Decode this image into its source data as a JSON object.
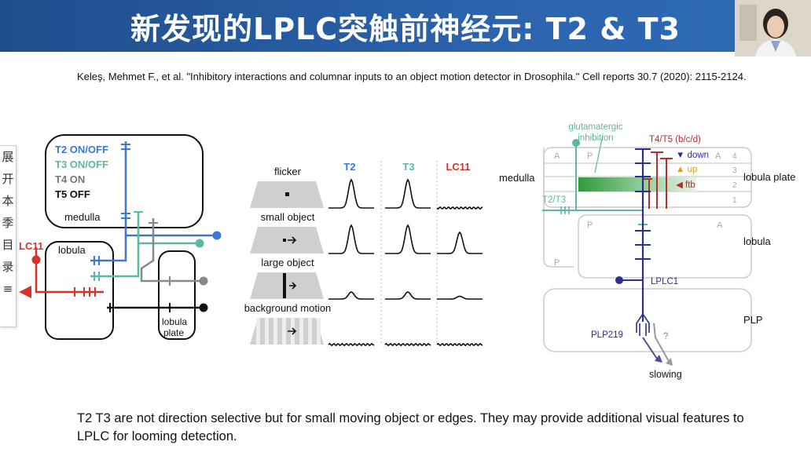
{
  "title": "新发现的LPLC突触前神经元: T2 & T3",
  "citation": "Keleş, Mehmet F., et al. \"Inhibitory interactions and columnar inputs to an object motion detector in Drosophila.\" Cell reports 30.7 (2020): 2115-2124.",
  "side_tab": [
    "展",
    "开",
    "本",
    "季",
    "目",
    "录",
    "≡"
  ],
  "panel_a": {
    "inputs": [
      "T2 ON/OFF",
      "T3 ON/OFF",
      "T4 ON",
      "T5 OFF"
    ],
    "medulla": "medulla",
    "lobula": "lobula",
    "lc11": "LC11",
    "lobula_plate_1": "lobula",
    "lobula_plate_2": "plate"
  },
  "panel_b": {
    "col_t2": "T2",
    "col_t3": "T3",
    "col_lc11": "LC11",
    "rows": [
      "flicker",
      "small object",
      "large object",
      "background motion"
    ],
    "responses": {
      "T2": [
        1.0,
        1.0,
        0.25,
        0.0
      ],
      "T3": [
        1.0,
        1.0,
        0.25,
        0.0
      ],
      "LC11": [
        0.0,
        0.75,
        0.1,
        0.0
      ]
    }
  },
  "panel_c": {
    "glut": "glutamatergic",
    "inhib": "inhibition",
    "t45": "T4/T5 (b/c/d)",
    "down": "▼ down",
    "up": "▲ up",
    "ftb": "◀ ftb",
    "medulla": "medulla",
    "t2t3": "T2/T3",
    "lobula_plate": "lobula plate",
    "lobula": "lobula",
    "lplc1": "LPLC1",
    "plp": "PLP",
    "plp219": "PLP219",
    "q": "?",
    "slowing": "slowing",
    "A": "A",
    "P": "P",
    "layers": [
      "4",
      "3",
      "2",
      "1"
    ]
  },
  "caption": "T2 T3 are not direction selective but for small moving object or edges. They may provide additional visual features to LPLC for looming detection.",
  "colors": {
    "t2": "#3a78d4",
    "t3": "#5cb89e",
    "t4": "#777777",
    "lc11": "#d8322b",
    "lplc1": "#2e2e8c",
    "title_bg": "#2b63ad"
  }
}
